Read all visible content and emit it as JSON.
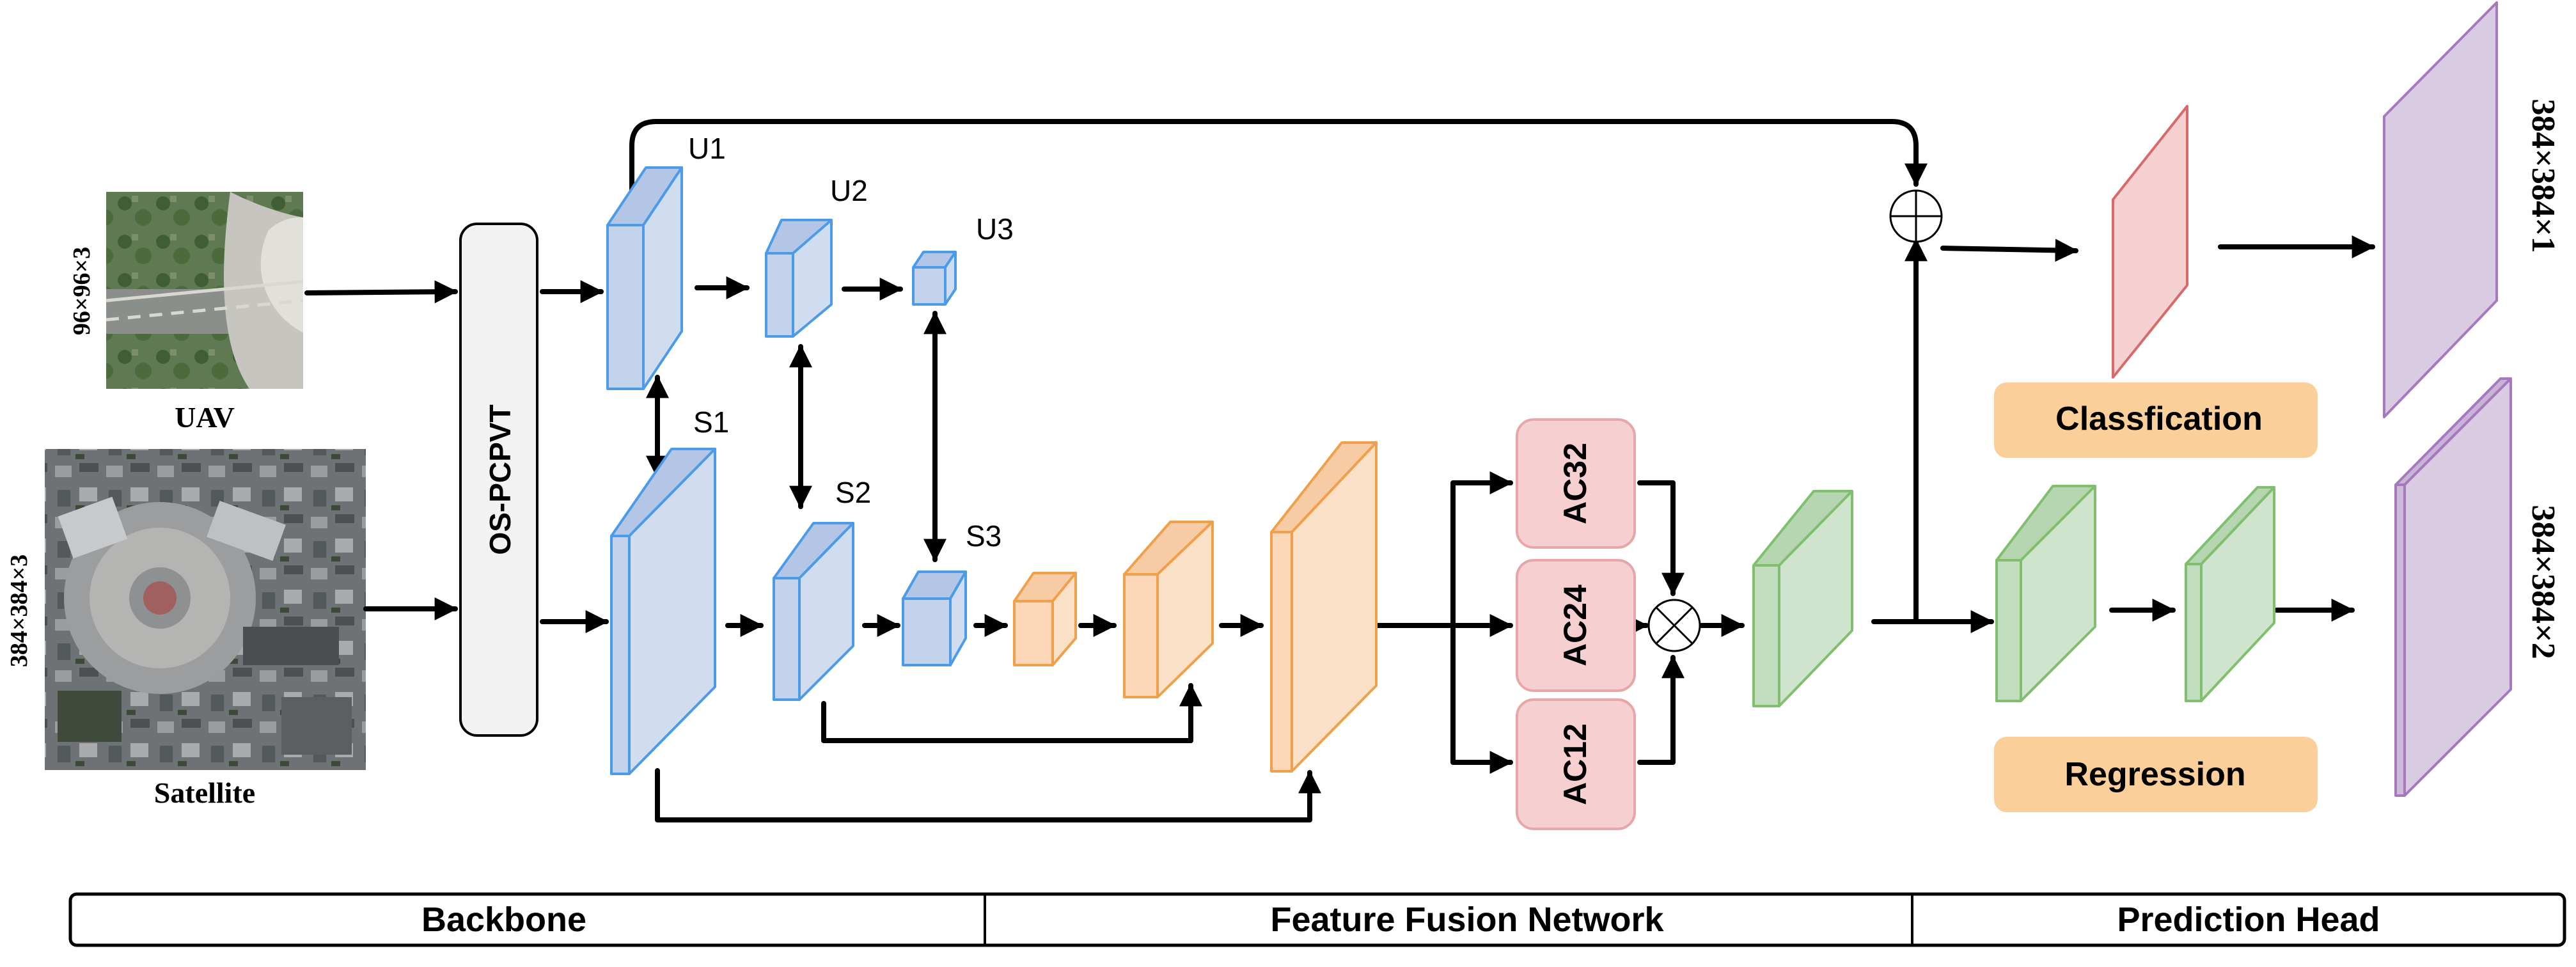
{
  "inputs": {
    "uav": {
      "label": "UAV",
      "size": "96×96×3"
    },
    "satellite": {
      "label": "Satellite",
      "size": "384×384×3"
    }
  },
  "backbone": {
    "name": "OS-PCPVT",
    "uav_stages": [
      "U1",
      "U2",
      "U3"
    ],
    "sat_stages": [
      "S1",
      "S2",
      "S3"
    ]
  },
  "fusion": {
    "blocks": [
      "AC32",
      "AC24",
      "AC12"
    ]
  },
  "head": {
    "classification": "Classfication",
    "regression": "Regression",
    "out_cls": "384×384×1",
    "out_reg": "384×384×2"
  },
  "sections": [
    "Backbone",
    "Feature Fusion Network",
    "Prediction Head"
  ],
  "colors": {
    "blue_fill": "#d0dcef",
    "blue_top": "#b3c6e6",
    "blue_stroke": "#4c9be8",
    "orange_fill": "#fbe0c8",
    "orange_top": "#f7cba3",
    "orange_stroke": "#f0a04a",
    "green_fill": "#cfe4cc",
    "green_top": "#b5d6b0",
    "green_stroke": "#7fbf6e",
    "red_fill": "#f4d0d0",
    "red_stroke": "#d86a6a",
    "purple_fill": "#d9cbe1",
    "purple_top": "#c8b4d6",
    "purple_stroke": "#a679bf",
    "ac_fill": "#f6cfd0",
    "ac_stroke": "#e7a6a9",
    "label_fill": "#fbcf99"
  }
}
